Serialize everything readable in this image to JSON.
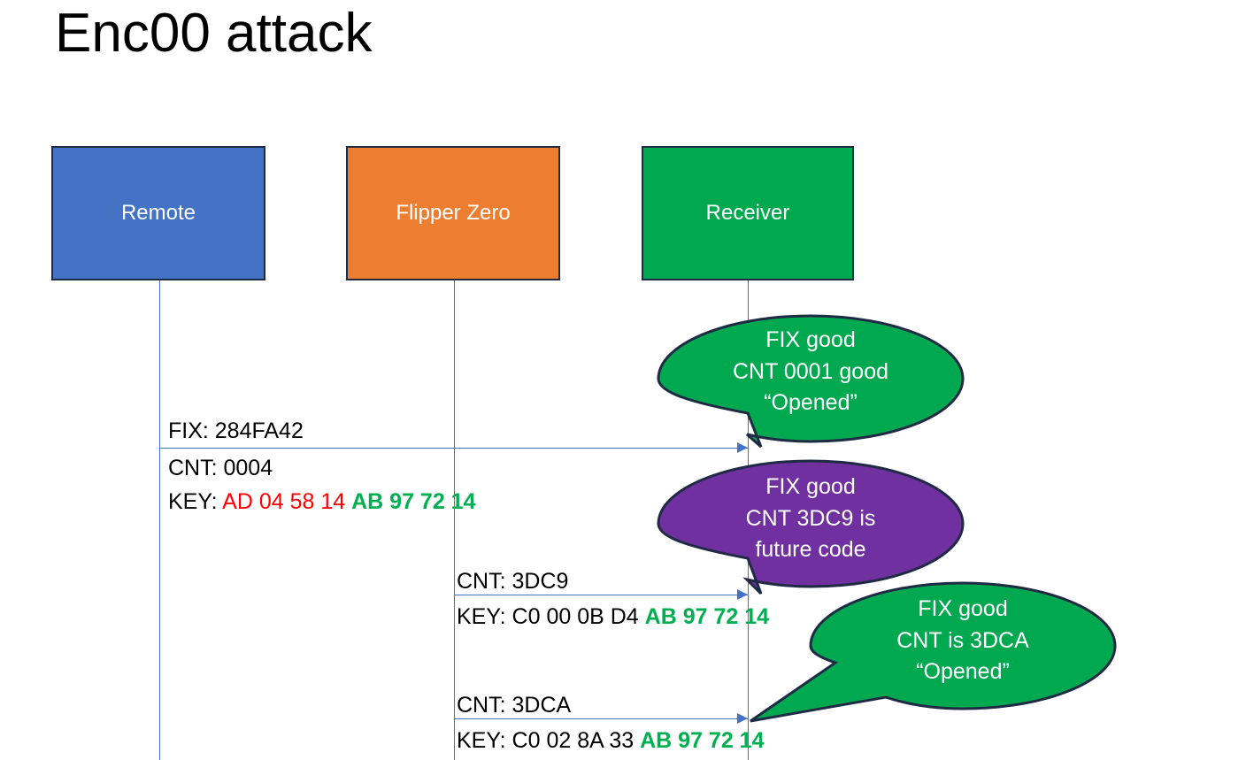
{
  "title": "Enc00 attack",
  "colors": {
    "remote": "#4472C4",
    "flipper": "#ED7D31",
    "receiver": "#00A94F",
    "purple": "#7030A0",
    "green_text": "#00B050",
    "red_text": "#FF0000",
    "lifeline": "#4472C4",
    "box_border": "#1F2A44"
  },
  "actors": [
    {
      "id": "remote",
      "label": "Remote"
    },
    {
      "id": "flipper",
      "label": "Flipper Zero"
    },
    {
      "id": "receiver",
      "label": "Receiver"
    }
  ],
  "messages": [
    {
      "id": "msg1",
      "from": "remote",
      "to": "receiver",
      "lines": [
        {
          "id": "fix",
          "text": "FIX: 284FA42"
        },
        {
          "id": "cnt",
          "text": "CNT: 0004"
        },
        {
          "id": "key",
          "prefix": "KEY: ",
          "segments": [
            {
              "text": "AD 04 58 14 ",
              "color": "red"
            },
            {
              "text": "AB 97 72 14",
              "color": "green"
            }
          ]
        }
      ]
    },
    {
      "id": "msg2",
      "from": "flipper",
      "to": "receiver",
      "lines": [
        {
          "id": "cnt",
          "text": "CNT: 3DC9"
        },
        {
          "id": "key",
          "prefix": "KEY: ",
          "segments": [
            {
              "text": "C0 00 0B D4 ",
              "color": "black"
            },
            {
              "text": "AB 97 72 14",
              "color": "green"
            }
          ]
        }
      ]
    },
    {
      "id": "msg3",
      "from": "flipper",
      "to": "receiver",
      "lines": [
        {
          "id": "cnt",
          "text": "CNT: 3DCA"
        },
        {
          "id": "key",
          "prefix": "KEY: ",
          "segments": [
            {
              "text": "C0 02 8A 33 ",
              "color": "black"
            },
            {
              "text": "AB 97 72 14",
              "color": "green"
            }
          ]
        }
      ]
    }
  ],
  "callouts": [
    {
      "id": "callout-1",
      "fill": "#00A94F",
      "lines": [
        "FIX good",
        "CNT 0001 good",
        "“Opened”"
      ]
    },
    {
      "id": "callout-2",
      "fill": "#7030A0",
      "lines": [
        "FIX good",
        "CNT 3DC9 is",
        "future code"
      ]
    },
    {
      "id": "callout-3",
      "fill": "#00A94F",
      "lines": [
        "FIX good",
        "CNT is 3DCA",
        "“Opened”"
      ]
    }
  ],
  "label_text": {
    "msg1_fix": "FIX: 284FA42",
    "msg1_cnt": "CNT: 0004",
    "msg1_key_prefix": "KEY: ",
    "msg1_key_red": "AD 04 58 14 ",
    "msg1_key_green": "AB 97 72 14",
    "msg2_cnt": "CNT: 3DC9",
    "msg2_key_prefix": "KEY: ",
    "msg2_key_black": "C0 00 0B D4 ",
    "msg2_key_green": "AB 97 72 14",
    "msg3_cnt": "CNT: 3DCA",
    "msg3_key_prefix": "KEY: ",
    "msg3_key_black": "C0 02 8A 33 ",
    "msg3_key_green": "AB 97 72 14"
  },
  "callout_text": {
    "c1_l1": "FIX good",
    "c1_l2": "CNT 0001 good",
    "c1_l3": "“Opened”",
    "c2_l1": "FIX good",
    "c2_l2": "CNT 3DC9 is",
    "c2_l3": "future code",
    "c3_l1": "FIX good",
    "c3_l2": "CNT is 3DCA",
    "c3_l3": "“Opened”"
  }
}
